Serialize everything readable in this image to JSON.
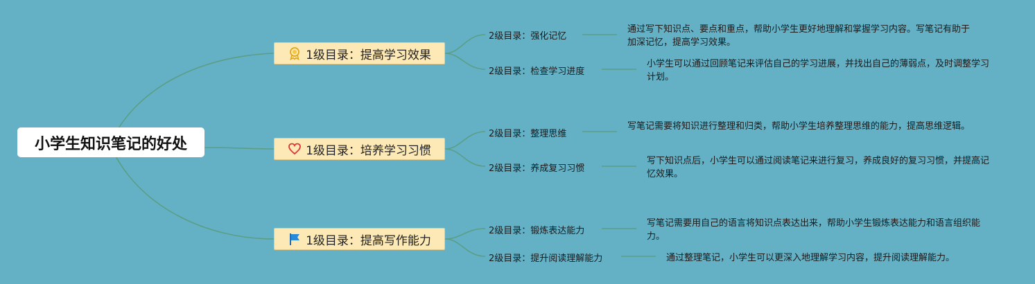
{
  "root": {
    "label": "小学生知识笔记的好处"
  },
  "branches": [
    {
      "label": "1级目录：提高学习效果",
      "icon": "award-ribbon-icon",
      "children": [
        {
          "label": "2级目录：强化记忆",
          "desc": "通过写下知识点、要点和重点，帮助小学生更好地理解和掌握学习内容。写笔记有助于加深记忆，提高学习效果。"
        },
        {
          "label": "2级目录：检查学习进度",
          "desc": "小学生可以通过回顾笔记来评估自己的学习进展，并找出自己的薄弱点，及时调整学习计划。"
        }
      ]
    },
    {
      "label": "1级目录：培养学习习惯",
      "icon": "heart-icon",
      "children": [
        {
          "label": "2级目录：整理思维",
          "desc": "写笔记需要将知识进行整理和归类，帮助小学生培养整理思维的能力，提高思维逻辑。"
        },
        {
          "label": "2级目录：养成复习习惯",
          "desc": "写下知识点后，小学生可以通过阅读笔记来进行复习，养成良好的复习习惯，并提高记忆效果。"
        }
      ]
    },
    {
      "label": "1级目录：提高写作能力",
      "icon": "flag-icon",
      "children": [
        {
          "label": "2级目录：锻炼表达能力",
          "desc": "写笔记需要用自己的语言将知识点表达出来，帮助小学生锻炼表达能力和语言组织能力。"
        },
        {
          "label": "2级目录：提升阅读理解能力",
          "desc": "通过整理笔记，小学生可以更深入地理解学习内容，提升阅读理解能力。"
        }
      ]
    }
  ],
  "colors": {
    "background": "#64b1c6",
    "connector": "#5b9e86",
    "branch_fill": "#fde9b5"
  }
}
